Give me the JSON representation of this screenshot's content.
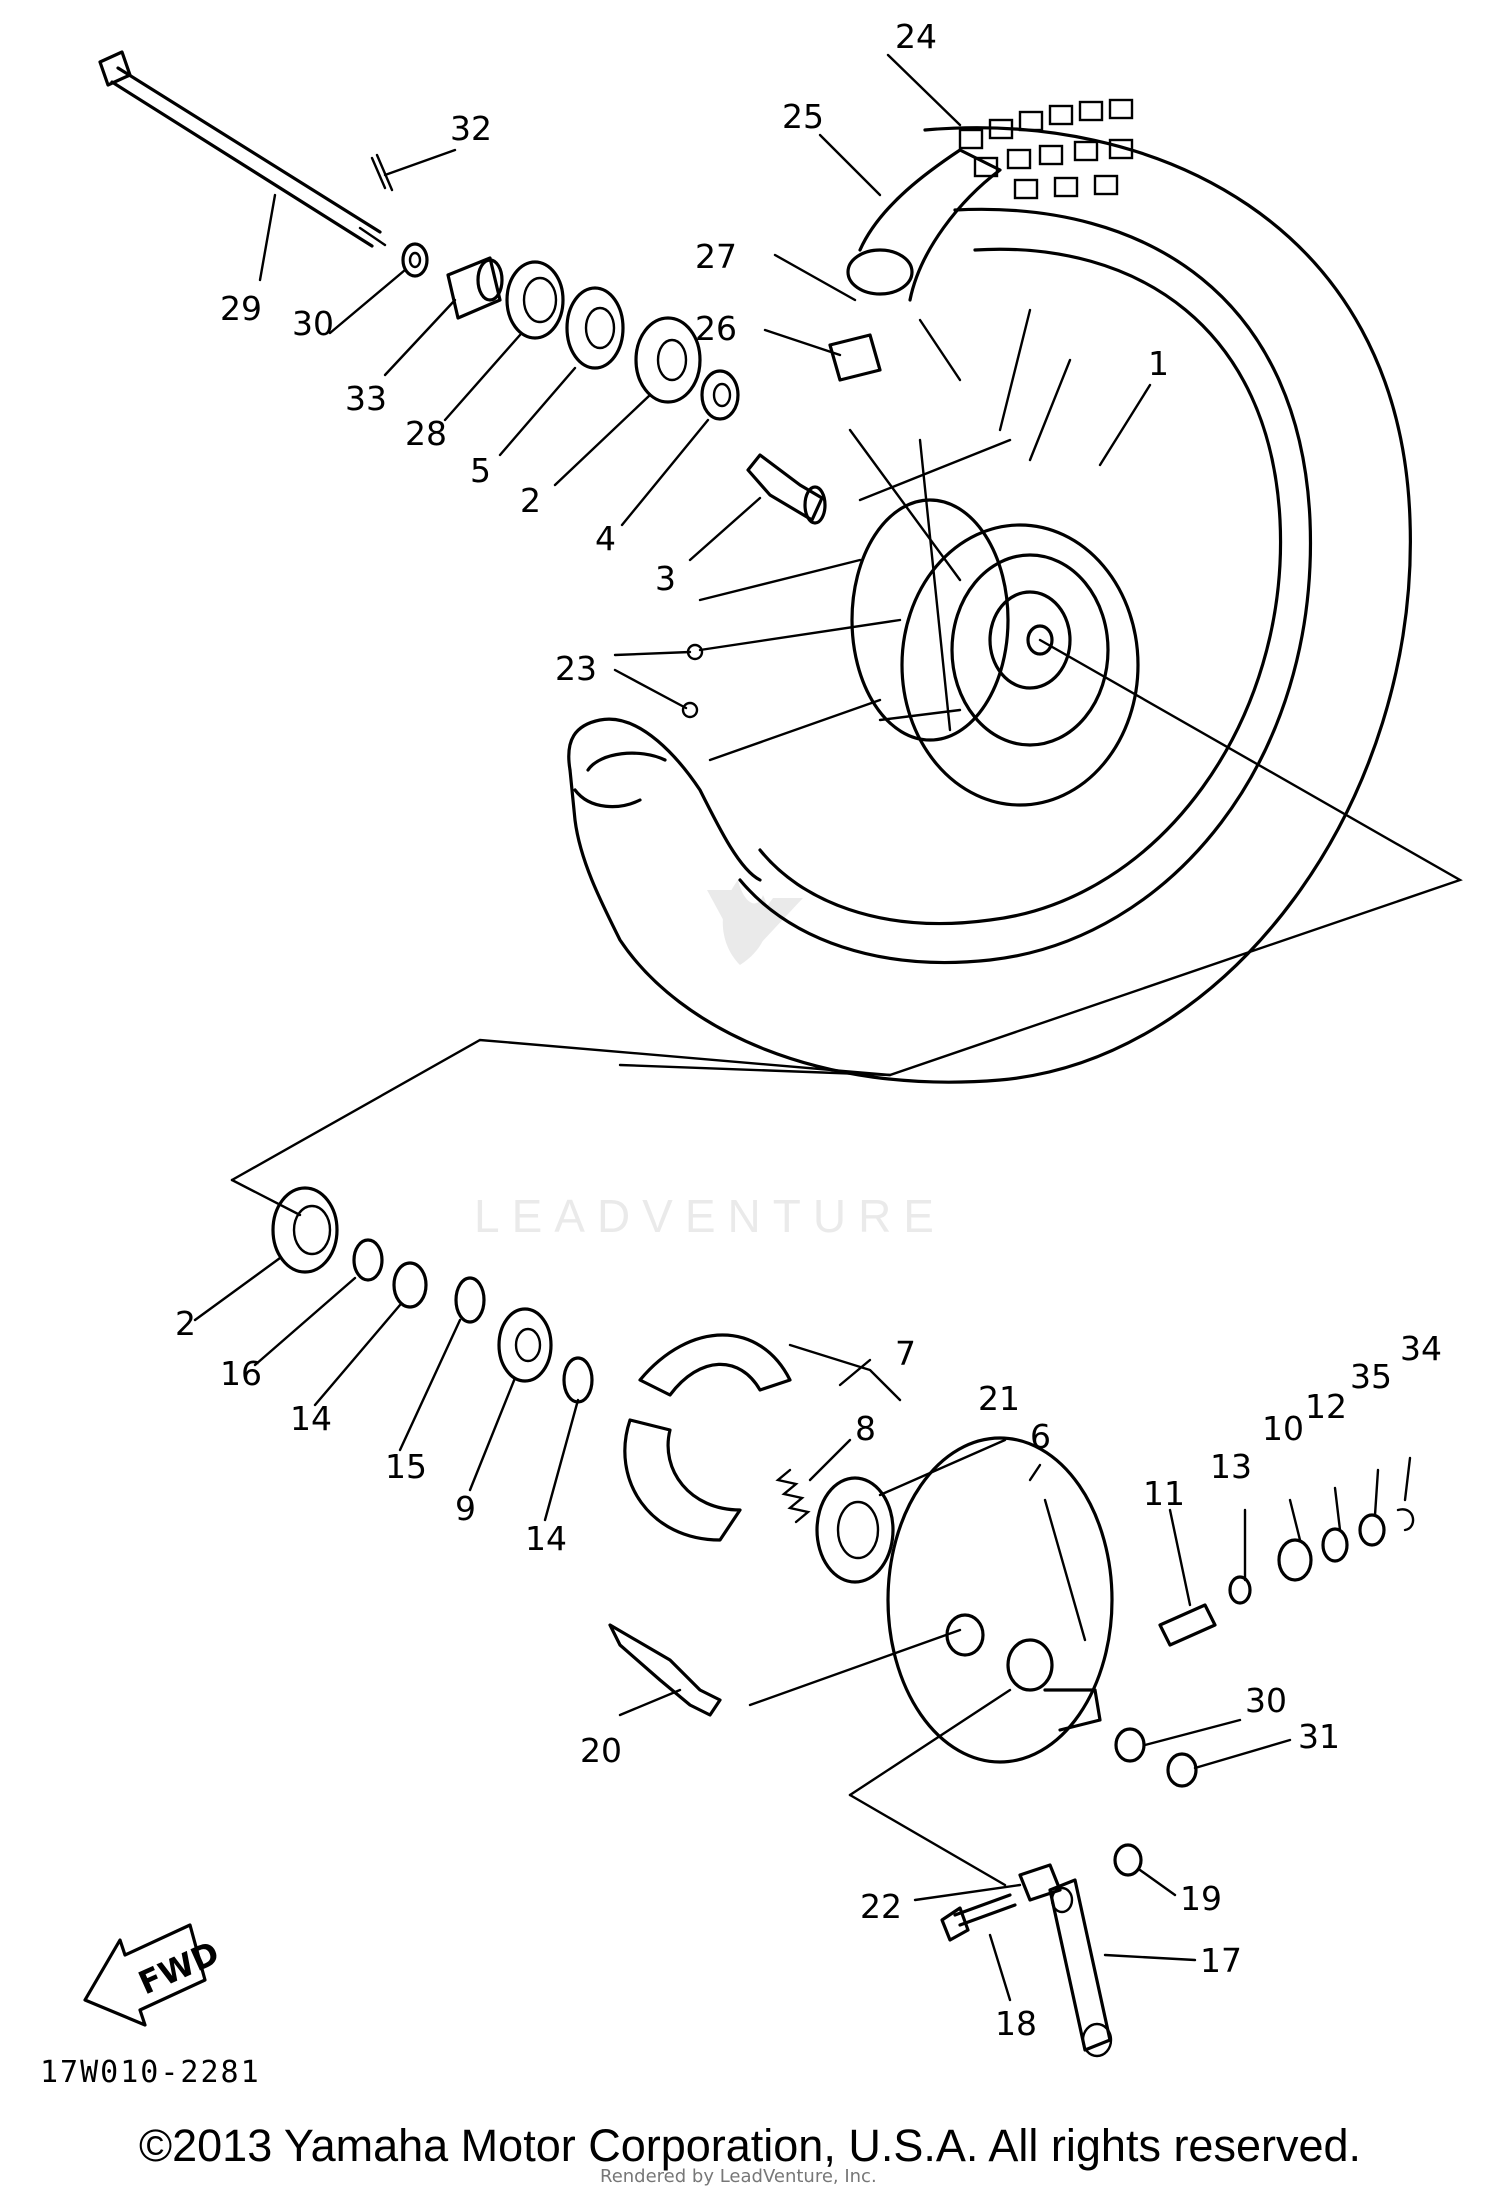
{
  "diagram": {
    "drawing_code": "17W010-2281",
    "direction_marker": "FWD",
    "watermark_text": "LEADVENTURE",
    "copyright": "©2013 Yamaha Motor Corporation, U.S.A. All rights reserved.",
    "credit": "Rendered by LeadVenture, Inc.",
    "part_labels": [
      "1",
      "2",
      "3",
      "4",
      "5",
      "2",
      "23",
      "24",
      "25",
      "26",
      "27",
      "28",
      "29",
      "30",
      "33",
      "32",
      "2",
      "16",
      "14",
      "15",
      "9",
      "14",
      "7",
      "8",
      "21",
      "6",
      "11",
      "13",
      "10",
      "12",
      "35",
      "34",
      "20",
      "30",
      "31",
      "22",
      "19",
      "17",
      "18"
    ]
  }
}
